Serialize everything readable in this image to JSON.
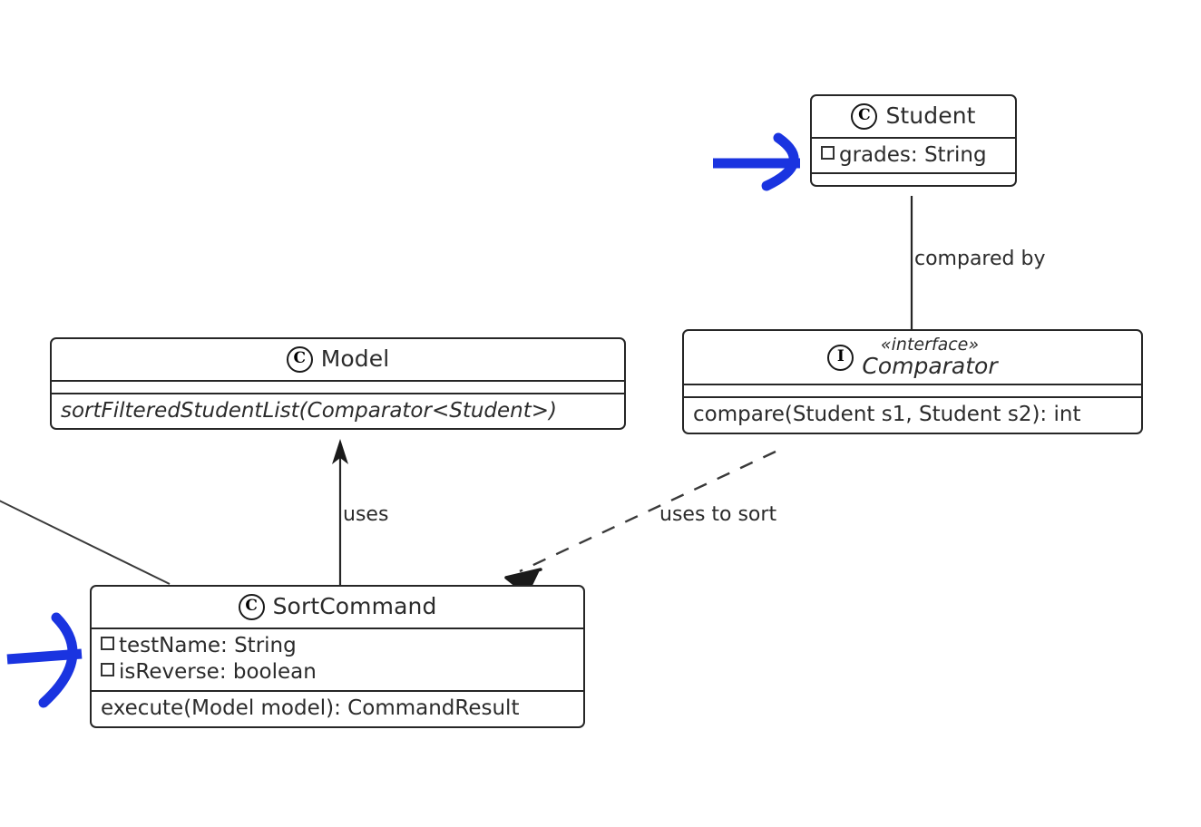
{
  "diagram": {
    "type": "uml-class-diagram",
    "background": "#ffffff",
    "line_color": "#262626",
    "text_color": "#2b2b2b",
    "annotation_color": "#1a34e0"
  },
  "classes": {
    "student": {
      "icon": "circled-c-icon",
      "icon_glyph": "C",
      "name": "Student",
      "attributes": [
        {
          "visibility_glyph": "square",
          "text": "grades: String"
        }
      ],
      "methods": []
    },
    "model": {
      "icon": "circled-c-icon",
      "icon_glyph": "C",
      "name": "Model",
      "attributes": [],
      "methods": [
        {
          "text": "sortFilteredStudentList(Comparator<Student>)",
          "italic": true
        }
      ]
    },
    "comparator": {
      "icon": "circled-i-icon",
      "icon_glyph": "I",
      "stereotype": "«interface»",
      "name": "Comparator",
      "attributes": [],
      "methods": [
        {
          "text": "compare(Student s1, Student s2): int",
          "italic": false
        }
      ]
    },
    "sortcommand": {
      "icon": "circled-c-icon",
      "icon_glyph": "C",
      "name": "SortCommand",
      "attributes": [
        {
          "visibility_glyph": "square",
          "text": "testName: String"
        },
        {
          "visibility_glyph": "square",
          "text": "isReverse: boolean"
        }
      ],
      "methods": [
        {
          "text": "execute(Model model): CommandResult",
          "italic": false
        }
      ]
    }
  },
  "edges": [
    {
      "id": "student-comparator",
      "from": "student",
      "to": "comparator",
      "style": "solid",
      "arrow": "none",
      "label": "compared by"
    },
    {
      "id": "sortcommand-model",
      "from": "sortcommand",
      "to": "model",
      "style": "solid",
      "arrow": "filled-open",
      "label": "uses"
    },
    {
      "id": "comparator-sortcommand",
      "from": "comparator",
      "to": "sortcommand",
      "style": "dashed",
      "arrow": "open",
      "label": "uses to sort"
    },
    {
      "id": "offscreen-sortcommand",
      "from": "offscreen-left",
      "to": "sortcommand",
      "style": "solid",
      "arrow": "none",
      "label": ""
    }
  ],
  "annotations": [
    {
      "id": "annotation-arrow-grades",
      "shape": "hand-drawn-arrow",
      "color": "#1a34e0",
      "points_at": "student-grades-attribute"
    },
    {
      "id": "annotation-arrow-sortcommand-fields",
      "shape": "hand-drawn-arrow",
      "color": "#1a34e0",
      "points_at": "sortcommand-attributes"
    }
  ]
}
